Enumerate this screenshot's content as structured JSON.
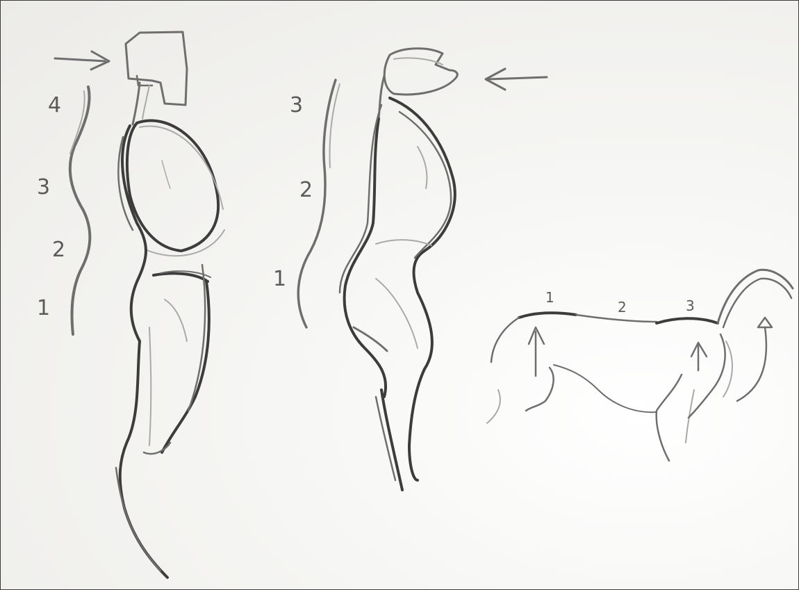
{
  "labels": {
    "left_figure": [
      "4",
      "3",
      "2",
      "1"
    ],
    "middle_figure": [
      "3",
      "2",
      "1"
    ],
    "animal": [
      "1",
      "2",
      "3"
    ]
  },
  "colors": {
    "paper": "#f2f2f0",
    "graphite_dark": "#3c3c3c",
    "graphite_mid": "#6e6e6e",
    "graphite_light": "#a9a9a9"
  }
}
